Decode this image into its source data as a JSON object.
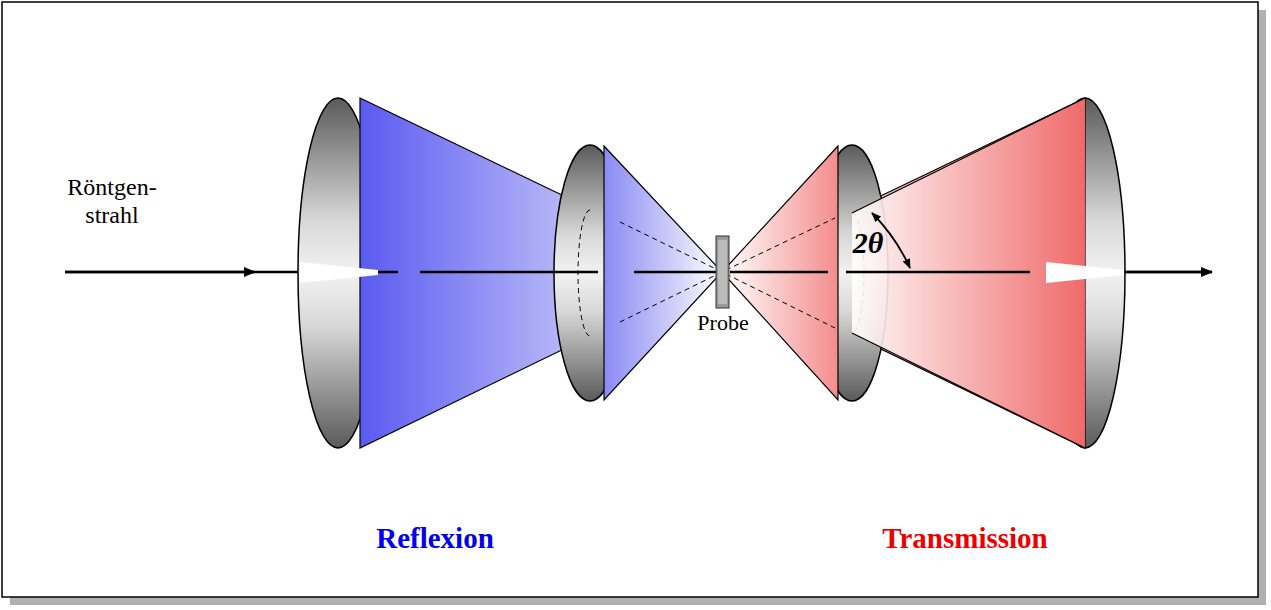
{
  "diagram": {
    "labels": [
      "Röntgen- strahl",
      "Probe",
      "2θ",
      "Reflexion",
      "Transmission"
    ]
  }
}
